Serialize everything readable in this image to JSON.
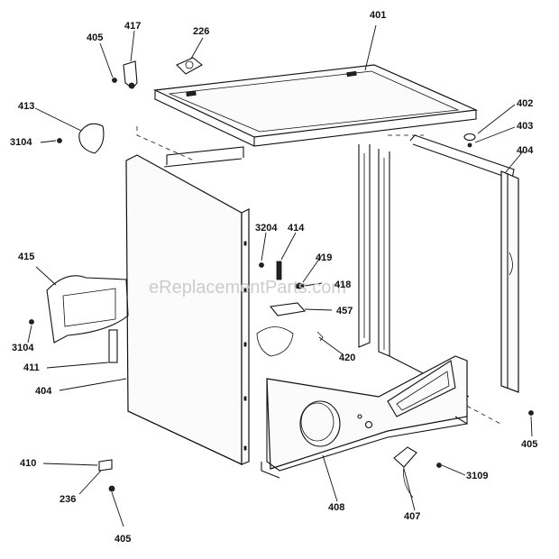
{
  "watermark": "eReplacementParts.com",
  "parts": {
    "p401": "401",
    "p402": "402",
    "p403": "403",
    "p404_right": "404",
    "p404_left": "404",
    "p405_top": "405",
    "p405_right": "405",
    "p405_bottom": "405",
    "p407": "407",
    "p408": "408",
    "p410": "410",
    "p411": "411",
    "p413": "413",
    "p414": "414",
    "p415": "415",
    "p417": "417",
    "p418": "418",
    "p419": "419",
    "p420": "420",
    "p226": "226",
    "p236": "236",
    "p457": "457",
    "p3104_top": "3104",
    "p3104_bottom": "3104",
    "p3109": "3109",
    "p3204": "3204"
  }
}
